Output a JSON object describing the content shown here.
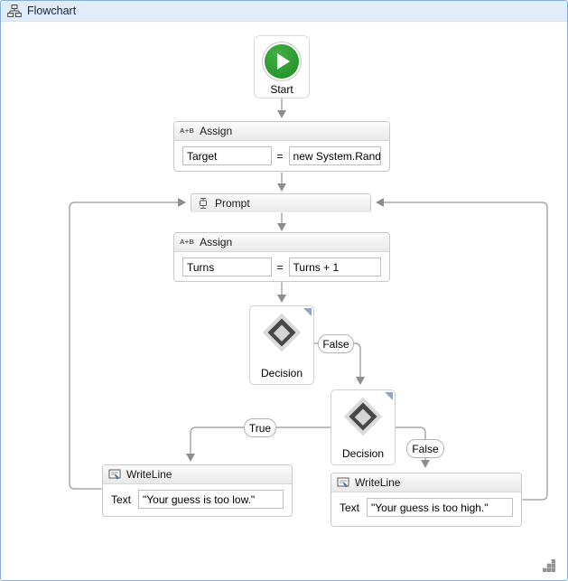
{
  "window": {
    "title": "Flowchart"
  },
  "icons": {
    "assign_glyph": "A+B"
  },
  "nodes": {
    "start": {
      "label": "Start"
    },
    "assign_target": {
      "header": "Assign",
      "to": "Target",
      "equals": "=",
      "value": "new System.Random"
    },
    "prompt": {
      "header": "Prompt"
    },
    "assign_turns": {
      "header": "Assign",
      "to": "Turns",
      "equals": "=",
      "value": "Turns + 1"
    },
    "decision_low": {
      "label": "Decision"
    },
    "decision_high": {
      "label": "Decision"
    },
    "writeline_low": {
      "header": "WriteLine",
      "text_label": "Text",
      "value": "\"Your guess is too low.\""
    },
    "writeline_high": {
      "header": "WriteLine",
      "text_label": "Text",
      "value": "\"Your guess is too high.\""
    }
  },
  "connectors": {
    "decision_low_false": "False",
    "decision_high_true": "True",
    "decision_high_false": "False"
  },
  "colors": {
    "window_border": "#85aede",
    "titlebar_bg": "#e1ecf9",
    "connector": "#a8a8a8",
    "arrowhead": "#8d8d8d",
    "start_green": "#28a028",
    "diamond_dark": "#474747",
    "corner_fold": "#90a7bf"
  }
}
